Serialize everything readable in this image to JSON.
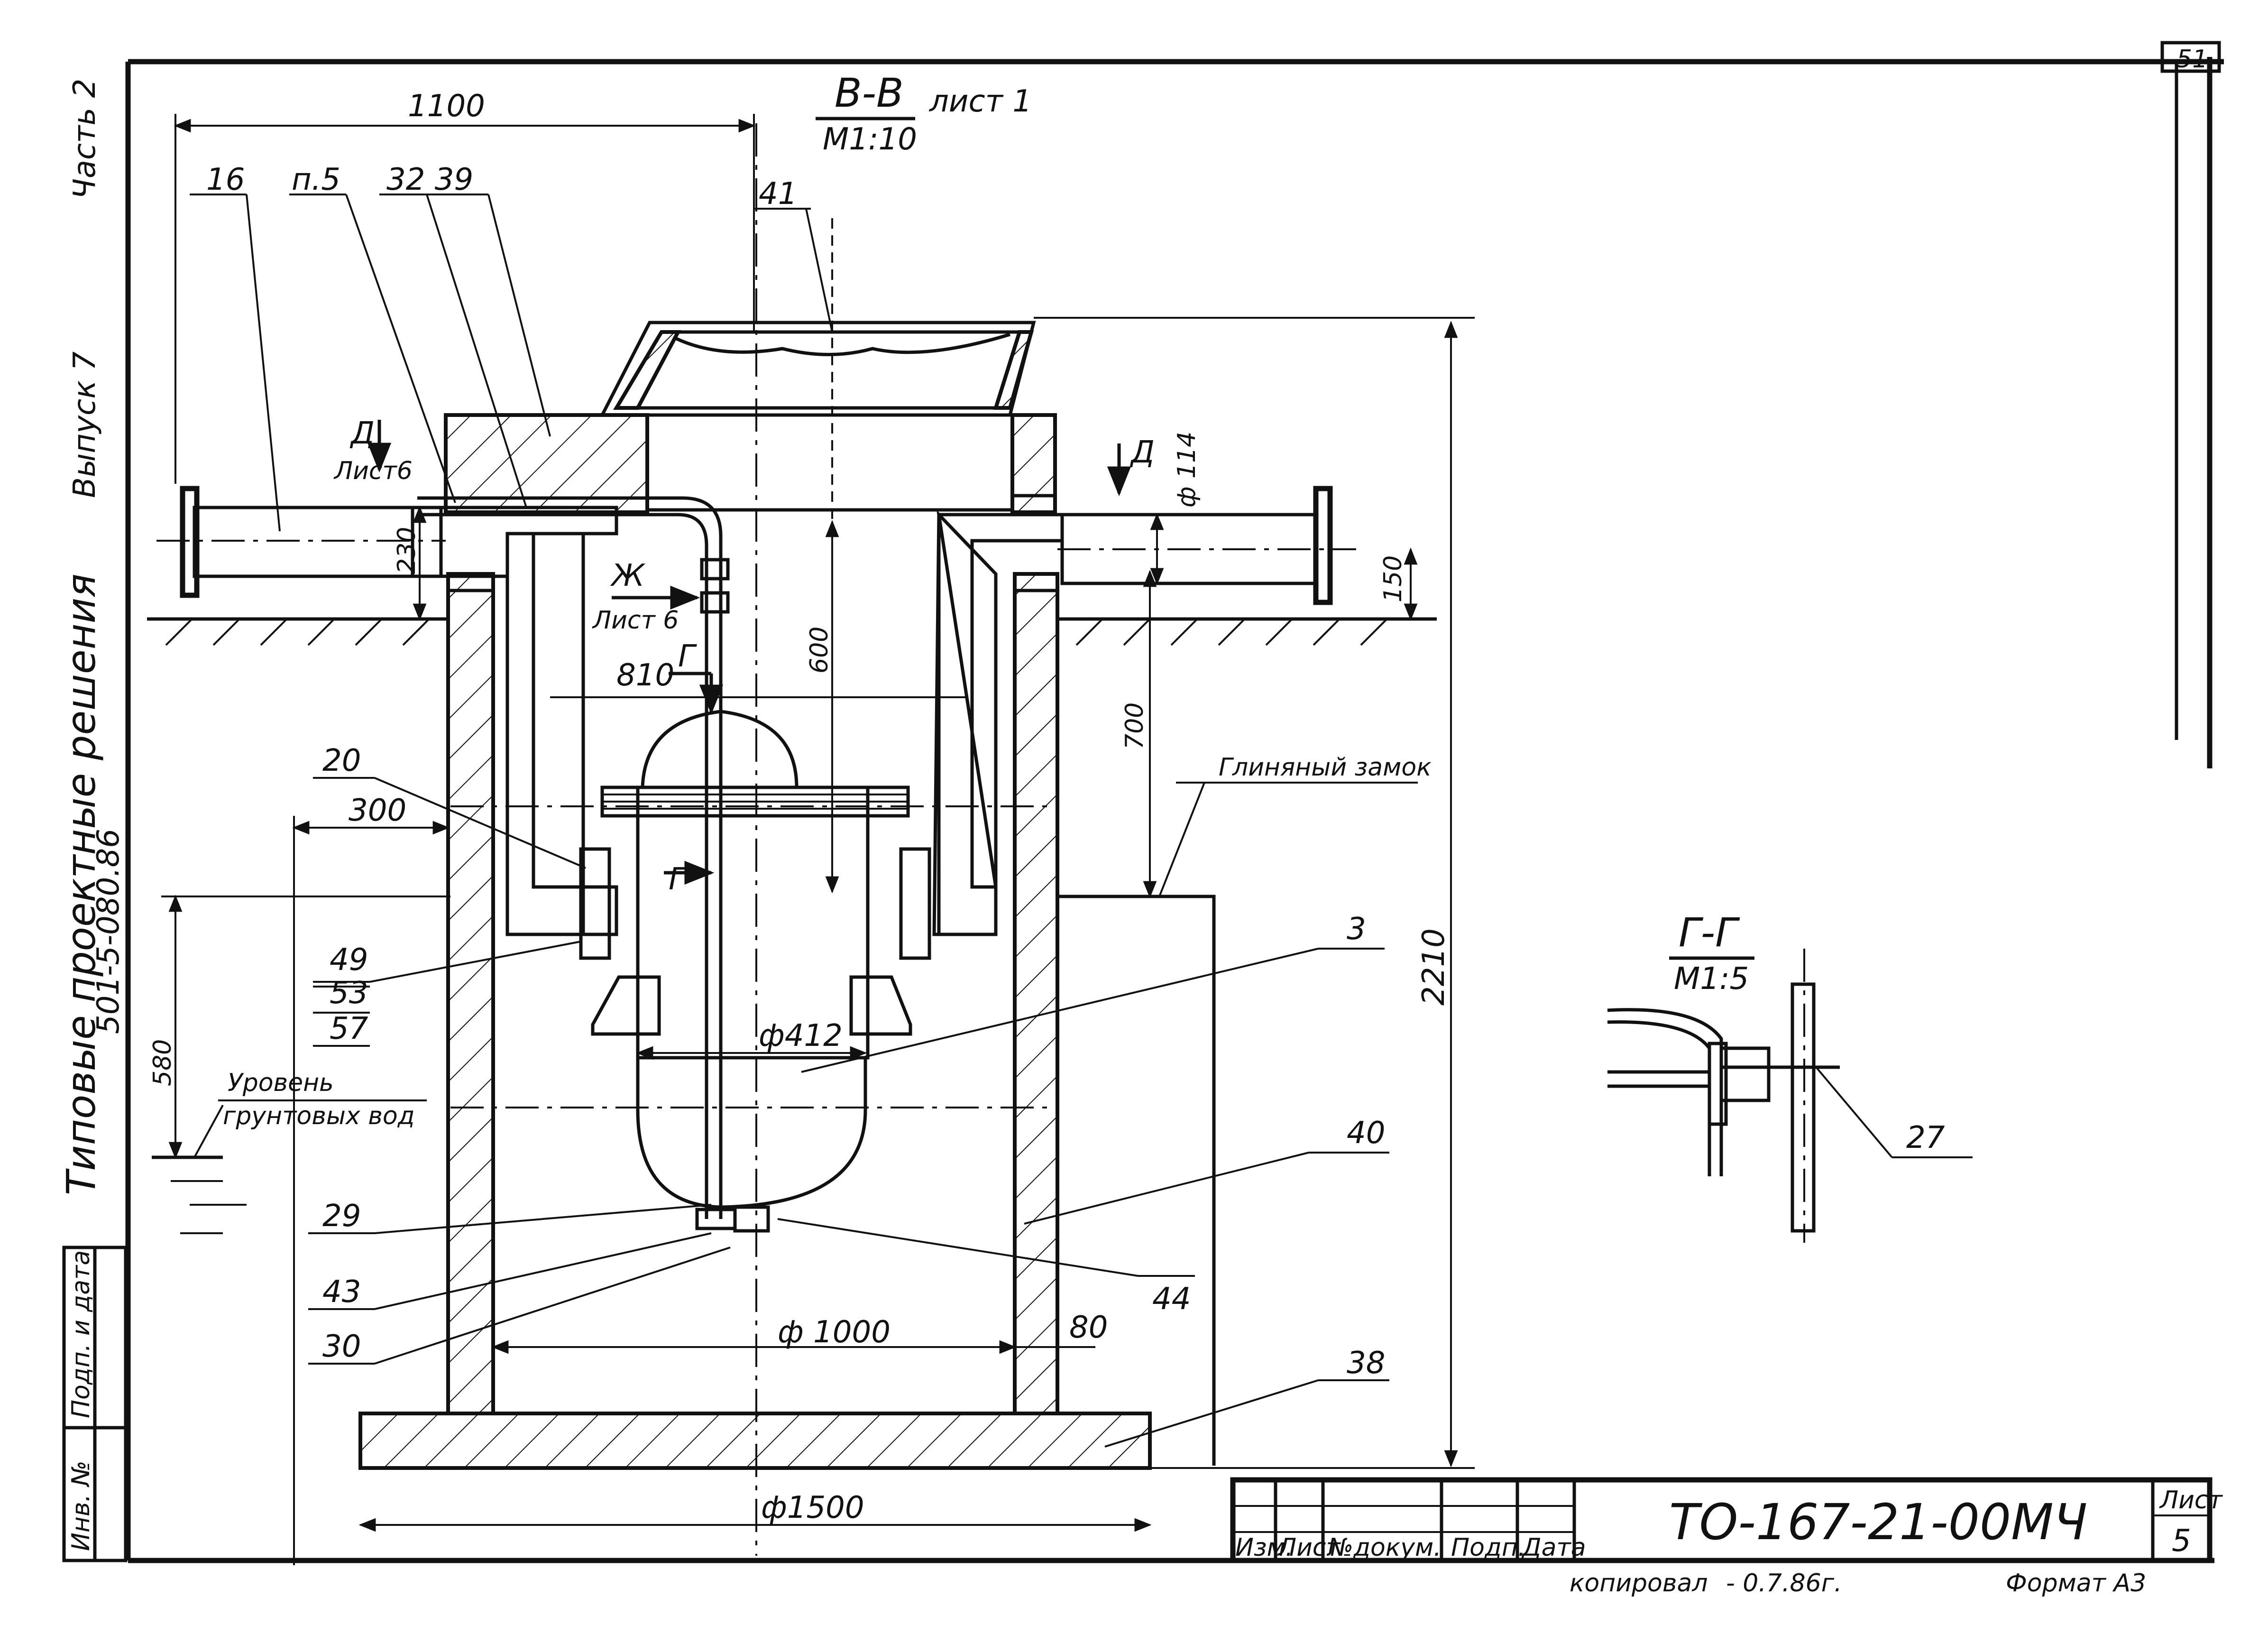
{
  "view_title": {
    "section": "В-В",
    "sheet_ref": "лист 1",
    "scale": "М1:10"
  },
  "detail_title": {
    "section": "Г-Г",
    "scale": "М1:5"
  },
  "side_margin": {
    "part": "Часть 2",
    "issue": "Выпуск 7",
    "series": "Типовые проектные решения",
    "code": "501-5-080.86"
  },
  "left_stamp": {
    "sign_date": "Подп. и дата",
    "inv_no": "Инв. №"
  },
  "dimensions": {
    "d1100": "1100",
    "d230": "230",
    "d114": "ф 114",
    "d150": "150",
    "d600": "600",
    "d810": "810",
    "d700": "700",
    "d300": "300",
    "d2210": "2210",
    "d580": "580",
    "d412": "ф412",
    "d1000": "ф 1000",
    "d80": "80",
    "d1500": "ф1500"
  },
  "callouts": {
    "c16": "16",
    "p5": "п.5",
    "c32_39": "32  39",
    "c41": "41",
    "c20": "20",
    "c49": "49",
    "c53": "53",
    "c57": "57",
    "c3": "3",
    "c40": "40",
    "c29": "29",
    "c43": "43",
    "c30": "30",
    "c44": "44",
    "c38": "38",
    "c27": "27"
  },
  "section_marks": {
    "d_letter": "Д",
    "d_sheet": "Лист6",
    "zh_letter": "Ж",
    "zh_sheet": "Лист 6",
    "g_letter": "Г"
  },
  "notes": {
    "clay_lock": "Глиняный замок",
    "groundwater_1": "Уровень",
    "groundwater_2": "грунтовых вод"
  },
  "title_block": {
    "doc_code": "ТО-167-21-00МЧ",
    "sheet_label": "Лист",
    "sheet_no": "5",
    "col_izm": "Изм.",
    "col_list": "Лист",
    "col_doc": "№докум.",
    "col_sign": "Подп.",
    "col_date": "Дата",
    "copied": "копировал",
    "copied_date": "- 0.7.86г.",
    "format": "Формат А3"
  },
  "corner_sheet": "51"
}
